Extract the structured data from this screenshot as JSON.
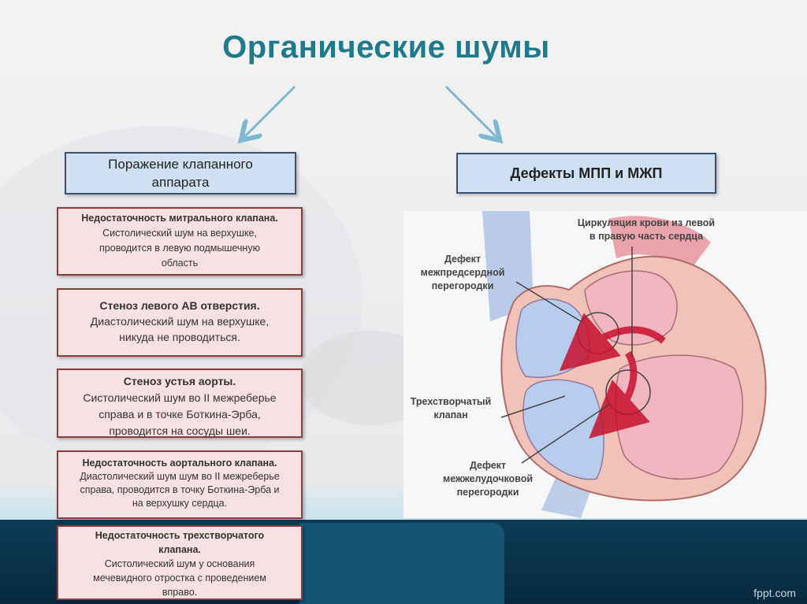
{
  "title": "Органические шумы",
  "left_header": {
    "line1": "Поражение клапанного",
    "line2": "аппарата"
  },
  "right_header": "Дефекты МПП и МЖП",
  "cards": [
    {
      "title": "Недостаточность митрального клапана.",
      "lines": [
        "Систолический шум на верхушке,",
        "проводится в левую подмышечную",
        "область"
      ]
    },
    {
      "title": "Стеноз левого АВ отверстия.",
      "lines": [
        "Диастолический шум на верхушке,",
        "никуда не проводиться."
      ]
    },
    {
      "title": "Стеноз устья аорты.",
      "lines": [
        "Систолический шум во II межреберье",
        "справа и в точке Боткина-Эрба,",
        "проводится на сосуды шеи."
      ]
    },
    {
      "title": "Недостаточность аортального клапана.",
      "lines": [
        "Диастолический шум шум во II межреберье",
        "справа, проводится в точку  Боткина-Эрба и",
        "на верхушку сердца."
      ]
    },
    {
      "title": "Недостаточность трехстворчатого",
      "title2": "клапана.",
      "lines": [
        "Систолический шум у основания",
        "мечевидного отростка с проведением",
        "вправо."
      ]
    }
  ],
  "diagram": {
    "label_flow": {
      "line1": "Циркуляция крови из левой",
      "line2": "в правую часть сердца"
    },
    "label_asd": {
      "line1": "Дефект",
      "line2": "межпредсердной",
      "line3": "перегородки"
    },
    "label_tricuspid": {
      "line1": "Трехстворчатый",
      "line2": "клапан"
    },
    "label_vsd": {
      "line1": "Дефект",
      "line2": "межжелудочковой",
      "line3": "перегородки"
    }
  },
  "watermark": "fppt.com",
  "colors": {
    "title": "#1f7a8c",
    "header_fill": "#cfe0f2",
    "card_fill": "#f8e1e2",
    "card_border": "#8b3c3c",
    "arrow": "#7fb6cf",
    "flow_arrow": "#c8102e"
  }
}
